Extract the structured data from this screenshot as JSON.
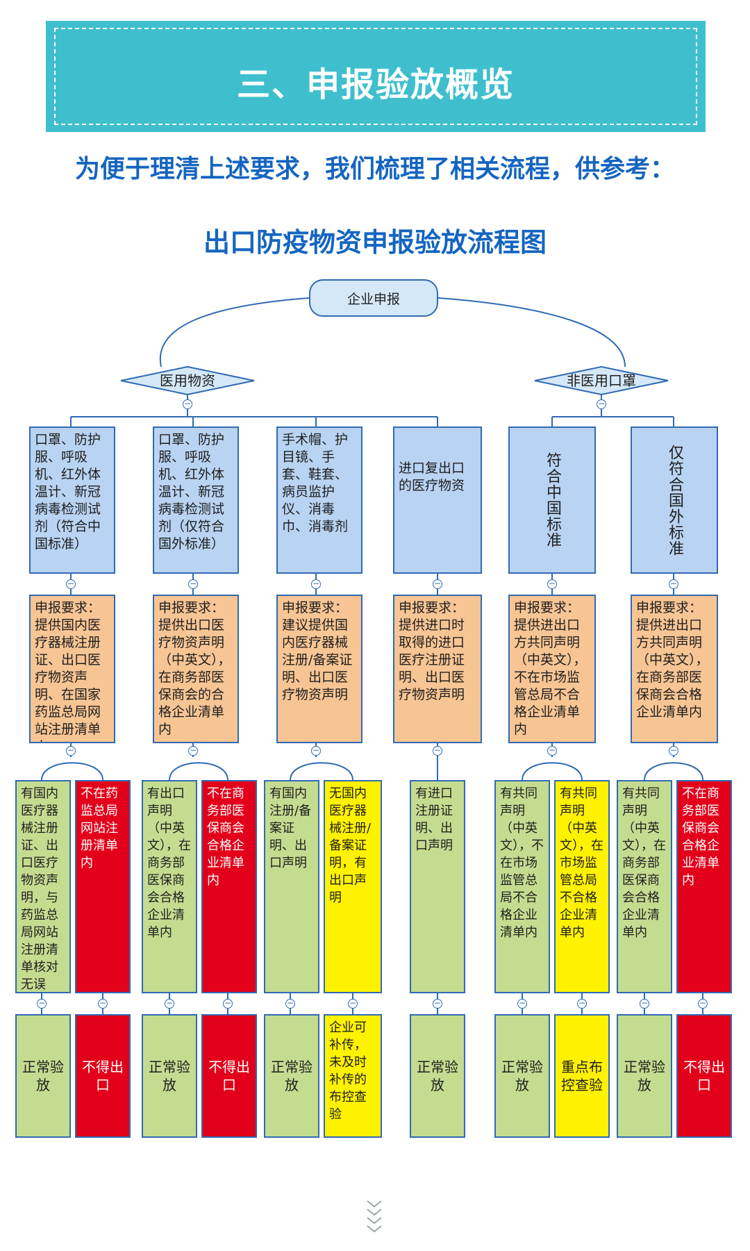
{
  "header": {
    "banner_title": "三、申报验放概览",
    "subtitle": "为便于理清上述要求，我们梳理了相关流程，供参考：",
    "chart_title": "出口防疫物资申报验放流程图"
  },
  "flow": {
    "root": "企业申报",
    "branches": {
      "medical": "医用物资",
      "non_medical": "非医用口罩"
    },
    "categories": [
      "口罩、防护服、呼吸机、红外体温计、新冠病毒检测试剂（符合中国标准）",
      "口罩、防护服、呼吸机、红外体温计、新冠病毒检测试剂（仅符合国外标准）",
      "手术帽、护目镜、手套、鞋套、病员监护仪、消毒巾、消毒剂",
      "进口复出口的医疗物资",
      "符合中国标准",
      "仅符合国外标准"
    ],
    "requirements": [
      "申报要求：提供国内医疗器械注册证、出口医疗物资声明、在国家药监总局网站注册清单内",
      "申报要求：提供出口医疗物资声明（中英文），在商务部医保商会的合格企业清单内",
      "申报要求：建议提供国内医疗器械注册/备案证明、出口医疗物资声明",
      "申报要求：提供进口时取得的进口医疗注册证明、出口医疗物资声明",
      "申报要求：提供进出口方共同声明（中英文），不在市场监管总局不合格企业清单内",
      "申报要求：提供进出口方共同声明（中英文），在商务部医保商会合格企业清单内"
    ],
    "conditions": [
      "有国内医疗器械注册证、出口医疗物资声明，与药监总局网站注册清单核对无误",
      "不在药监总局网站注册清单内",
      "有出口声明（中英文），在商务部医保商会合格企业清单内",
      "不在商务部医保商会合格企业清单内",
      "有国内注册/备案证明、出口声明",
      "无国内医疗器械注册/备案证明，有出口声明",
      "有进口注册证明、出口声明",
      "有共同声明（中英文），不在市场监管总局不合格企业清单内",
      "有共同声明（中英文），在市场监管总局不合格企业清单内",
      "有共同声明（中英文），在商务部医保商会合格企业清单内",
      "不在商务部医保商会合格企业清单内"
    ],
    "results": [
      "正常验放",
      "不得出口",
      "正常验放",
      "不得出口",
      "正常验放",
      "企业可补传，未及时补传的布控查验",
      "正常验放",
      "正常验放",
      "重点布控查验",
      "正常验放",
      "不得出口"
    ],
    "collapse_symbol": "−"
  },
  "colors": {
    "banner": "#3fbfce",
    "title_blue": "#1565c0",
    "category_blue": "#b9d3f2",
    "requirement_orange": "#f7c594",
    "ok_green": "#c4dc90",
    "deny_red": "#e2001a",
    "warn_yellow": "#fff200",
    "line": "#2f6ab3"
  },
  "icons": {
    "collapse": "minus-circle-icon",
    "scroll": "chevrons-down-icon"
  }
}
